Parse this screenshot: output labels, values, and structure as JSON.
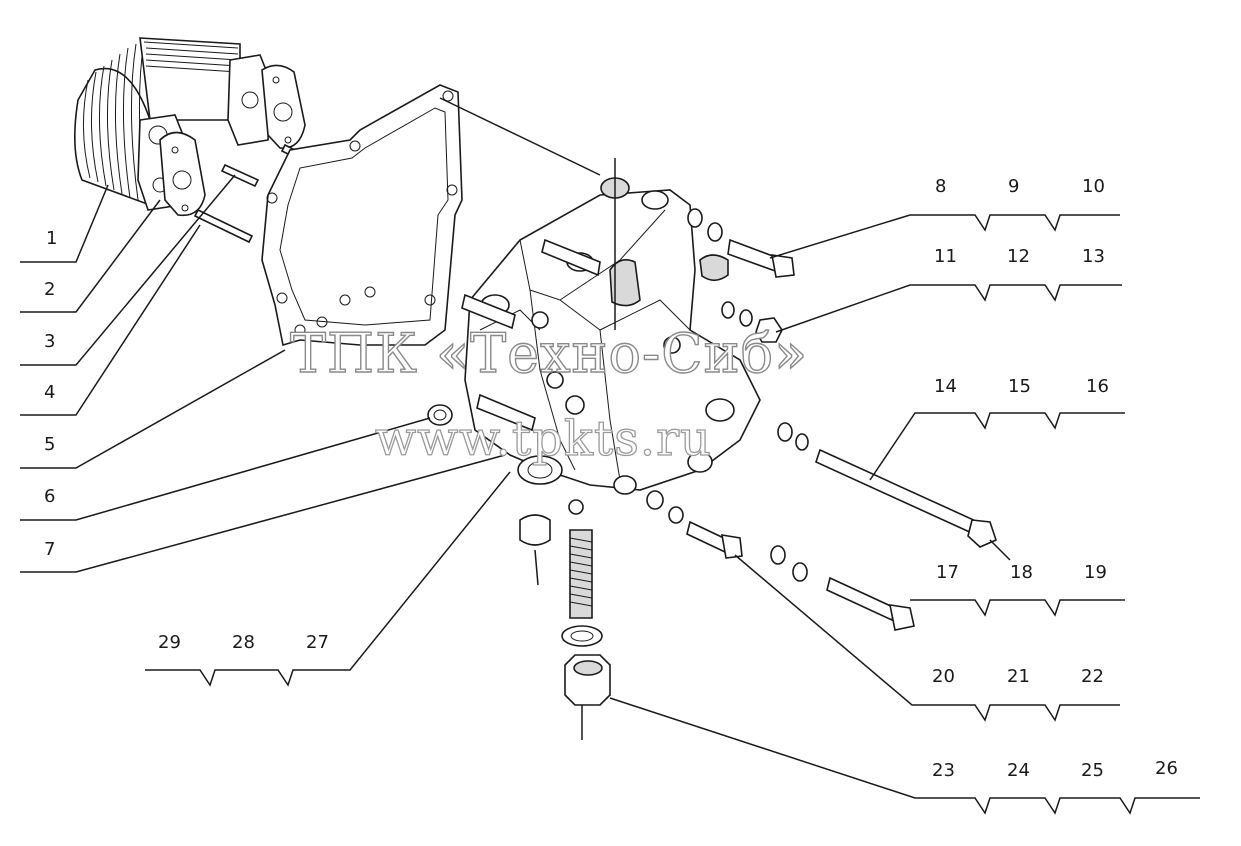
{
  "diagram": {
    "callout_numbers": [
      "1",
      "2",
      "3",
      "4",
      "5",
      "6",
      "7",
      "8",
      "9",
      "10",
      "11",
      "12",
      "13",
      "14",
      "15",
      "16",
      "17",
      "18",
      "19",
      "20",
      "21",
      "22",
      "23",
      "24",
      "25",
      "26",
      "27",
      "28",
      "29"
    ],
    "watermark": {
      "company": "ТПК «Техно-Сиб»",
      "website": "www.tpkts.ru"
    },
    "colors": {
      "ink": "#1a1a1a",
      "watermark_outline": "#8a8a8a",
      "background": "#ffffff"
    }
  }
}
